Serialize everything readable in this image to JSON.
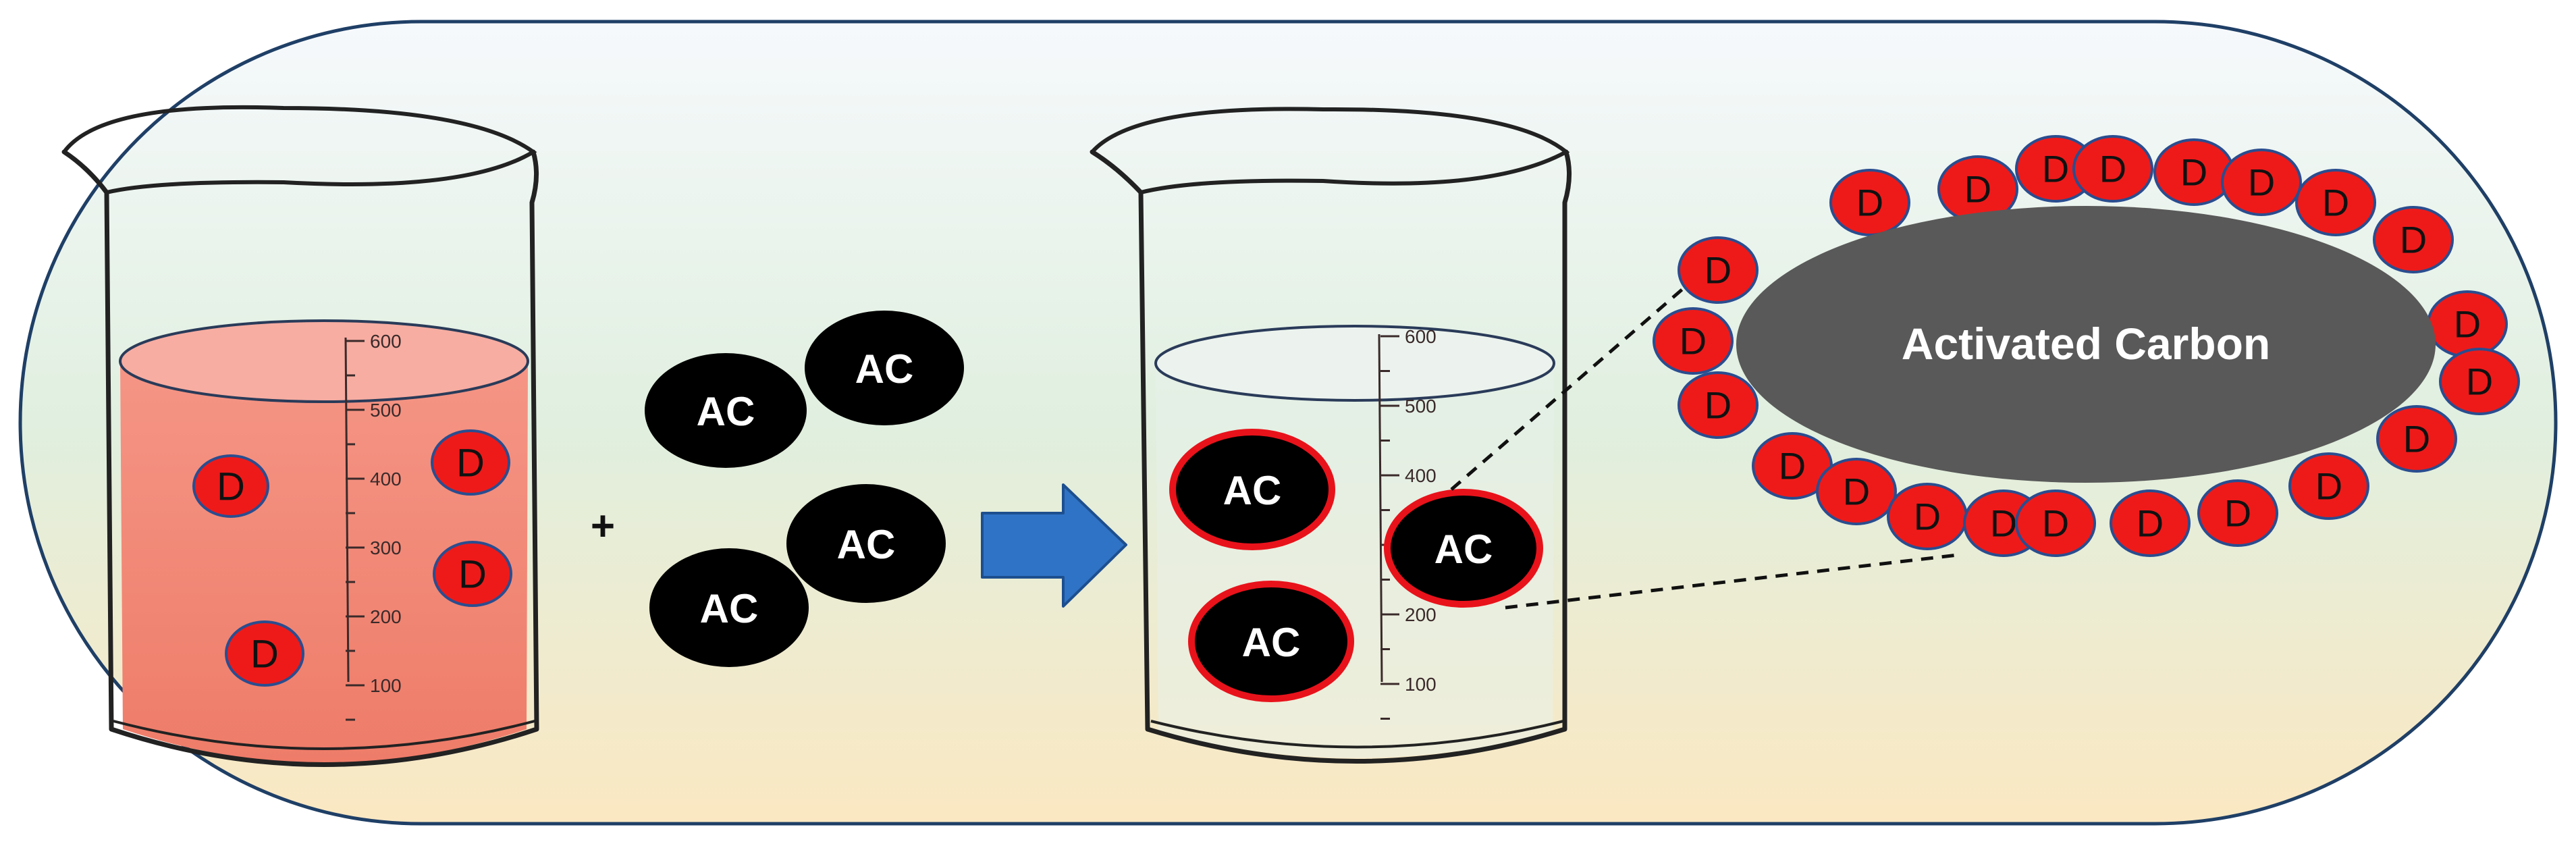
{
  "labels": {
    "plus": "+",
    "activated_carbon": "Activated Carbon",
    "ac": "AC",
    "dye": "D",
    "beaker_scale": [
      "600",
      "500",
      "400",
      "300",
      "200",
      "100"
    ]
  },
  "colors": {
    "panel_border": "#1f3f66",
    "panel_top": "#f6f9fc",
    "panel_mid": "#dfeedd",
    "panel_bottom": "#fbe9c4",
    "dye_solution": "#f28878",
    "dye_fill": "#ee1a1a",
    "dye_border": "#2a4d8f",
    "carbon": "#000000",
    "carbon_ring": "#e8121b",
    "big_carbon": "#595959",
    "arrow": "#2f73c6",
    "arrow_border": "#1d4f8f"
  }
}
